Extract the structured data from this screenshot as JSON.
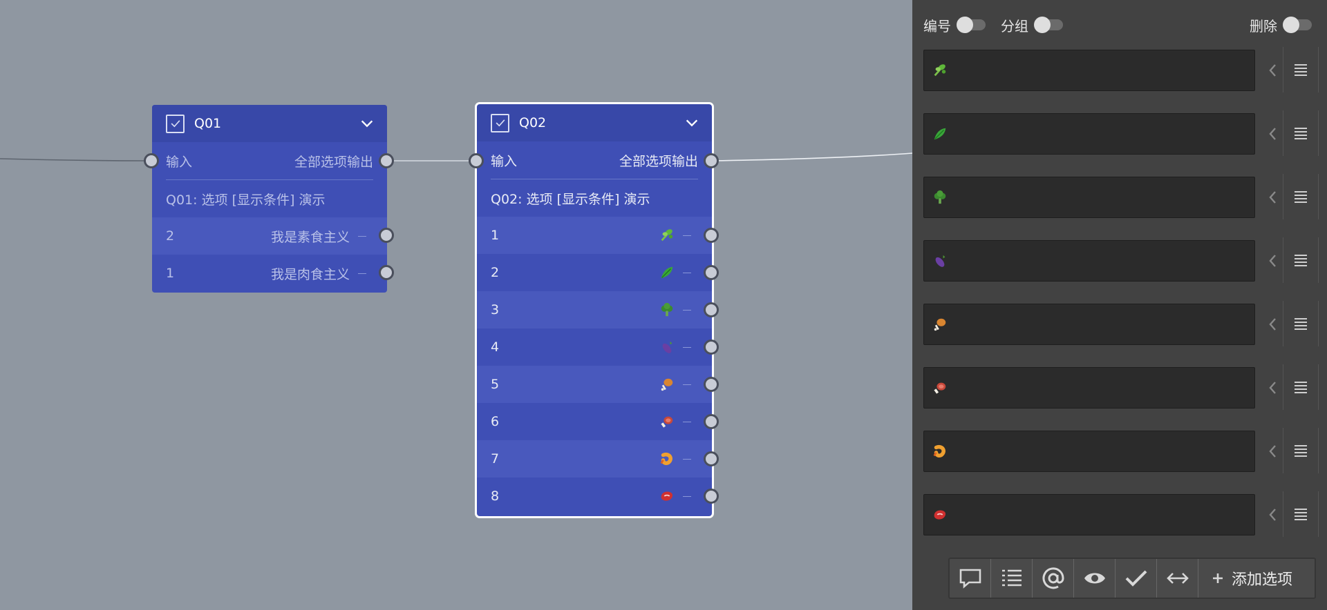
{
  "nodes": {
    "q01": {
      "title": "Q01",
      "input_label": "输入",
      "output_label": "全部选项输出",
      "description": "Q01: 选项 [显示条件] 演示",
      "options": [
        {
          "index": "2",
          "label": "我是素食主义"
        },
        {
          "index": "1",
          "label": "我是肉食主义"
        }
      ]
    },
    "q02": {
      "title": "Q02",
      "input_label": "输入",
      "output_label": "全部选项输出",
      "description": "Q02: 选项 [显示条件] 演示",
      "options": [
        {
          "index": "1",
          "icon": "bok-choy-icon"
        },
        {
          "index": "2",
          "icon": "leafy-green-icon"
        },
        {
          "index": "3",
          "icon": "broccoli-icon"
        },
        {
          "index": "4",
          "icon": "eggplant-icon"
        },
        {
          "index": "5",
          "icon": "chicken-leg-icon"
        },
        {
          "index": "6",
          "icon": "meat-on-bone-icon"
        },
        {
          "index": "7",
          "icon": "fried-shrimp-icon"
        },
        {
          "index": "8",
          "icon": "steak-icon"
        }
      ]
    }
  },
  "panel": {
    "toggles": {
      "numbering_label": "编号",
      "grouping_label": "分组",
      "delete_label": "删除"
    },
    "option_icons": [
      "bok-choy-icon",
      "leafy-green-icon",
      "broccoli-icon",
      "eggplant-icon",
      "chicken-leg-icon",
      "meat-on-bone-icon",
      "fried-shrimp-icon",
      "steak-icon"
    ],
    "toolbar": {
      "icons": [
        "comment-icon",
        "list-icon",
        "at-sign-icon",
        "eye-icon",
        "check-icon",
        "swap-icon"
      ],
      "add_label": "添加选项"
    }
  },
  "colors": {
    "canvas_bg": "#8f97a1",
    "node_bg": "#3f4fb5",
    "panel_bg": "#424242"
  }
}
